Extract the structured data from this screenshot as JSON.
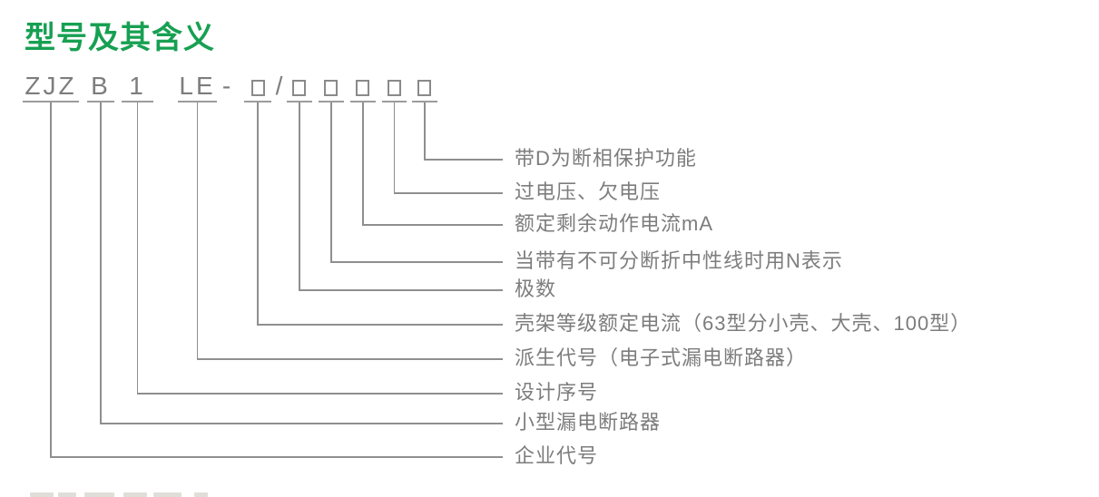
{
  "title": "型号及其含义",
  "model_code": {
    "full_code": "ZJZ B 1 LE - □/□□□□□",
    "separators": {
      "dash": "-",
      "slash": "/"
    },
    "segments": [
      {
        "code": "ZJZ",
        "meaning": "企业代号"
      },
      {
        "code": "B",
        "meaning": "小型漏电断路器"
      },
      {
        "code": "1",
        "meaning": "设计序号"
      },
      {
        "code": "LE",
        "meaning": "派生代号（电子式漏电断路器）"
      },
      {
        "code": "□",
        "meaning": "壳架等级额定电流（63型分小壳、大壳、100型）"
      },
      {
        "code": "□",
        "meaning": "极数"
      },
      {
        "code": "□",
        "meaning": "当带有不可分断折中性线时用N表示"
      },
      {
        "code": "□",
        "meaning": "额定剩余动作电流mA"
      },
      {
        "code": "□",
        "meaning": "过电压、欠电压"
      },
      {
        "code": "□",
        "meaning": "带D为断相保护功能"
      }
    ]
  },
  "colors": {
    "title_green": "#17a052",
    "text_grey": "#7d7d7d",
    "line_grey": "#8f8f8f"
  }
}
